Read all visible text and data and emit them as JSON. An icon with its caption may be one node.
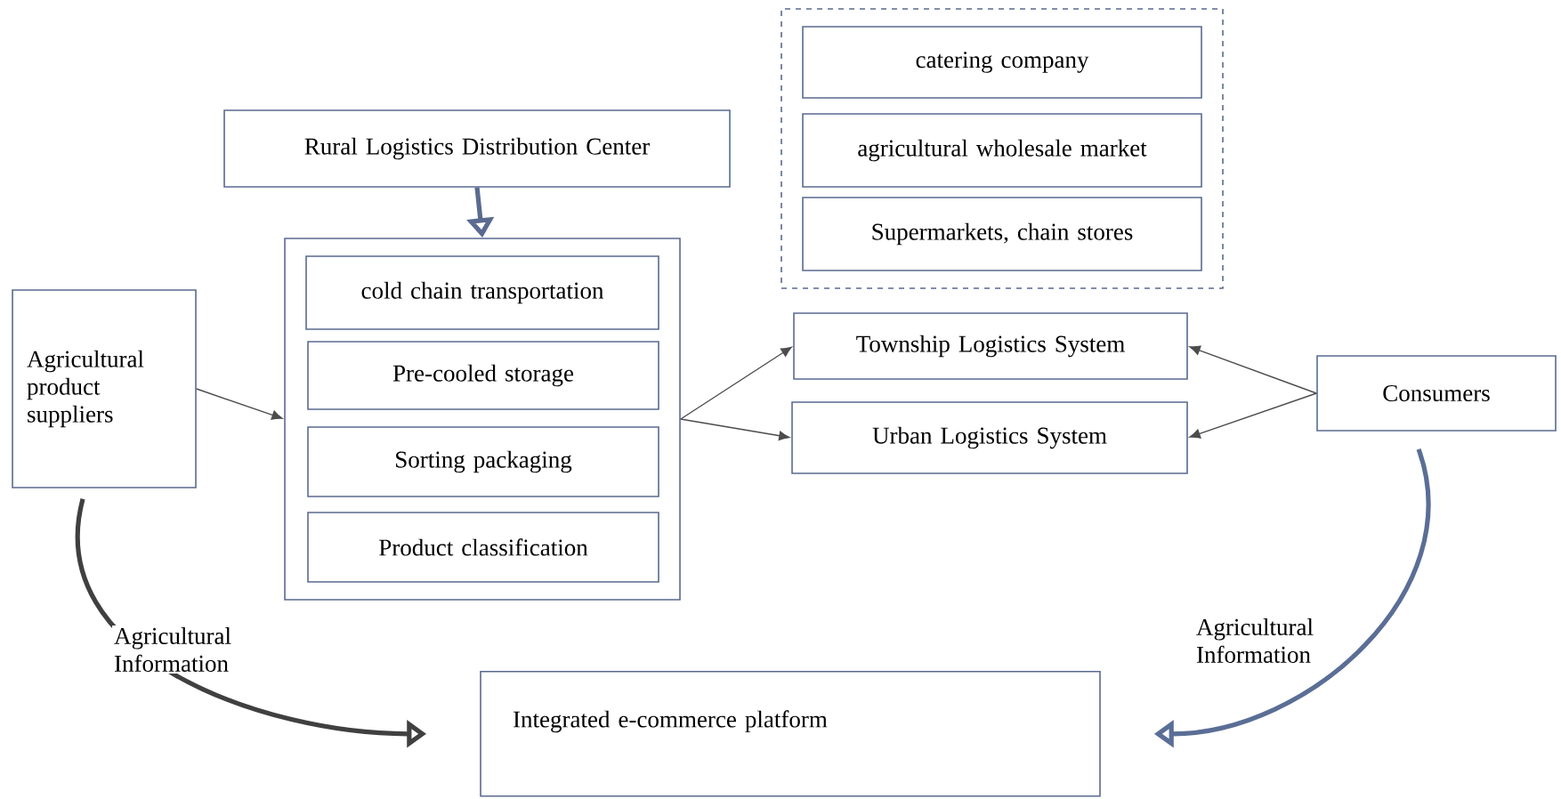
{
  "diagram": {
    "nodes": [
      {
        "text": [
          "Rural Logistics Distribution Center"
        ]
      },
      {
        "text": [],
        "shape": "box"
      },
      {
        "text": [
          "cold chain transportation"
        ],
        "in": 1
      },
      {
        "text": [
          "Pre-cooled storage"
        ],
        "in": 1
      },
      {
        "text": [
          "Sorting packaging"
        ],
        "in": 1
      },
      {
        "text": [
          "Product classification"
        ],
        "in": 1
      },
      {
        "text": [
          "Agricultural product suppliers"
        ]
      },
      {
        "text": [],
        "shape": "box"
      },
      {
        "text": [
          "catering company"
        ],
        "in": 7
      },
      {
        "text": [
          "agricultural wholesale market"
        ],
        "in": 7
      },
      {
        "text": [
          "Supermarkets, chain stores"
        ],
        "in": 7
      },
      {
        "text": [
          "Township Logistics System"
        ]
      },
      {
        "text": [
          "Urban Logistics System"
        ]
      },
      {
        "text": [
          "Consumers"
        ]
      },
      {
        "text": [
          "Integrated e-commerce platform"
        ]
      }
    ],
    "edges": [
      {
        "from": 0,
        "to": 1,
        "arrow": "to",
        "style": "thick"
      },
      {
        "from": 6,
        "to": 1,
        "arrow": "to"
      },
      {
        "from": 1,
        "to": 11,
        "arrow": "to"
      },
      {
        "from": 1,
        "to": 12,
        "arrow": "to"
      },
      {
        "from": 13,
        "to": 11,
        "arrow": "to"
      },
      {
        "from": 13,
        "to": 12,
        "arrow": "to"
      },
      {
        "from": 6,
        "to": 14,
        "arrow": "to",
        "style": "thick",
        "label": "Agricultural Information"
      },
      {
        "from": 13,
        "to": 14,
        "arrow": "to",
        "style": "thick",
        "color": "#5a6e96",
        "label": "Agricultural Information"
      }
    ]
  }
}
